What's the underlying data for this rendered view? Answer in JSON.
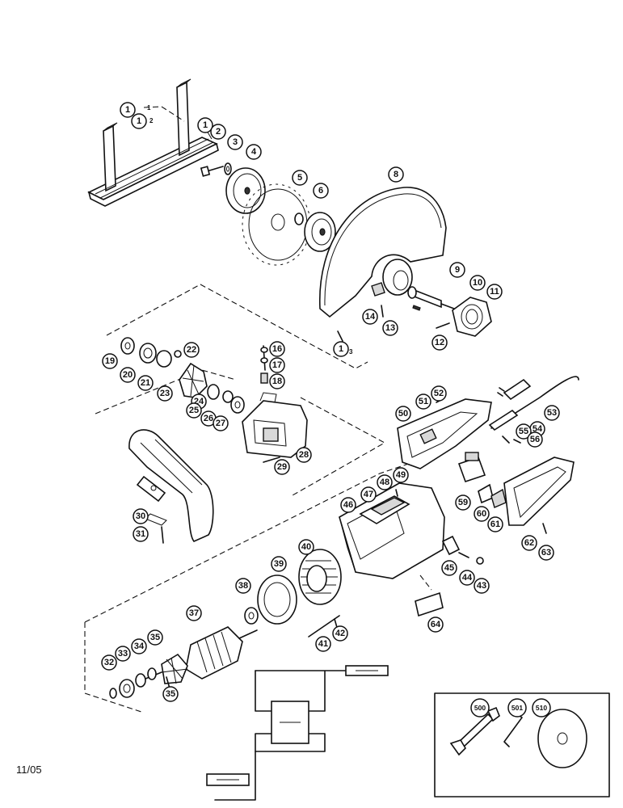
{
  "footer": {
    "date": "11/05"
  },
  "callouts": [
    {
      "label": "1"
    },
    {
      "label": "1"
    },
    {
      "label": "1"
    },
    {
      "label": "2"
    },
    {
      "label": "3"
    },
    {
      "label": "4"
    },
    {
      "label": "5"
    },
    {
      "label": "6"
    },
    {
      "label": "8"
    },
    {
      "label": "9"
    },
    {
      "label": "10"
    },
    {
      "label": "11"
    },
    {
      "label": "12"
    },
    {
      "label": "13"
    },
    {
      "label": "14"
    },
    {
      "label": "1"
    },
    {
      "label": "16"
    },
    {
      "label": "17"
    },
    {
      "label": "18"
    },
    {
      "label": "19"
    },
    {
      "label": "20"
    },
    {
      "label": "21"
    },
    {
      "label": "22"
    },
    {
      "label": "23"
    },
    {
      "label": "24"
    },
    {
      "label": "25"
    },
    {
      "label": "26"
    },
    {
      "label": "27"
    },
    {
      "label": "28"
    },
    {
      "label": "29"
    },
    {
      "label": "30"
    },
    {
      "label": "31"
    },
    {
      "label": "32"
    },
    {
      "label": "33"
    },
    {
      "label": "34"
    },
    {
      "label": "35"
    },
    {
      "label": "35"
    },
    {
      "label": "37"
    },
    {
      "label": "38"
    },
    {
      "label": "39"
    },
    {
      "label": "40"
    },
    {
      "label": "41"
    },
    {
      "label": "42"
    },
    {
      "label": "43"
    },
    {
      "label": "44"
    },
    {
      "label": "45"
    },
    {
      "label": "46"
    },
    {
      "label": "47"
    },
    {
      "label": "48"
    },
    {
      "label": "49"
    },
    {
      "label": "50"
    },
    {
      "label": "51"
    },
    {
      "label": "52"
    },
    {
      "label": "53"
    },
    {
      "label": "54"
    },
    {
      "label": "55"
    },
    {
      "label": "56"
    },
    {
      "label": "59"
    },
    {
      "label": "60"
    },
    {
      "label": "61"
    },
    {
      "label": "62"
    },
    {
      "label": "63"
    },
    {
      "label": "64"
    },
    {
      "label": "500"
    },
    {
      "label": "501"
    },
    {
      "label": "510"
    }
  ],
  "sub_labels": [
    "1",
    "2",
    "3"
  ]
}
